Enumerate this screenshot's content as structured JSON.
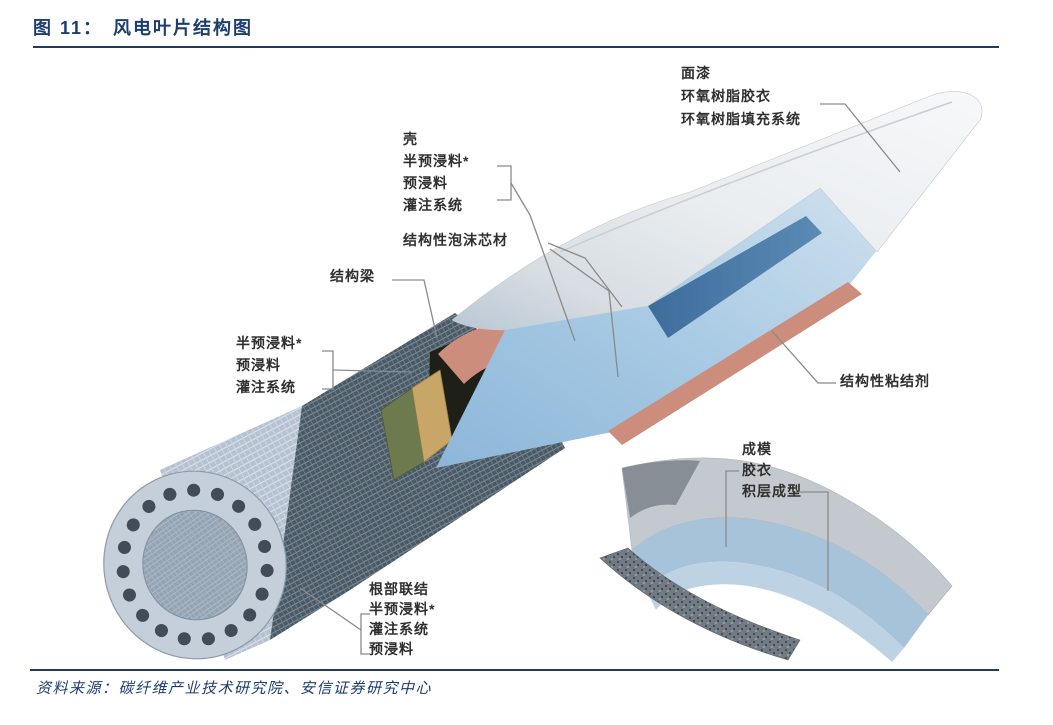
{
  "header": {
    "figure_label": "图 11：",
    "figure_title": "风电叶片结构图"
  },
  "footer": {
    "source": "资料来源：碳纤维产业技术研究院、安信证券研究中心"
  },
  "diagram": {
    "labels": {
      "topcoat": {
        "lines": [
          "面漆",
          "环氧树脂胶衣",
          "环氧树脂填充系统"
        ]
      },
      "shell": {
        "lines": [
          "壳",
          "半预浸料*",
          "预浸料",
          "灌注系统"
        ]
      },
      "foam_core": {
        "lines": [
          "结构性泡沫芯材"
        ]
      },
      "spar_beam": {
        "lines": [
          "结构梁"
        ]
      },
      "root_prepreg": {
        "lines": [
          "半预浸料*",
          "预浸料",
          "灌注系统"
        ]
      },
      "adhesive": {
        "lines": [
          "结构性粘结剂"
        ]
      },
      "molding": {
        "lines": [
          "成模",
          "胶衣",
          "积层成型"
        ]
      },
      "root_joint": {
        "lines": [
          "根部联结",
          "半预浸料*",
          "灌注系统",
          "预浸料"
        ]
      }
    },
    "root_bolt_hole_count": 19,
    "colors": {
      "accent_navy": "#1c3e6f",
      "label_text": "#2f2f2f",
      "leader_line": "#8a8a8a",
      "shell_white": "#eef1f3",
      "skin_light_blue": "#a5c8e2",
      "spar_cap_blue": "#4877a5",
      "adhesive_salmon": "#cd8d7c",
      "foam_yellow": "#e8d64f",
      "foam_tan": "#c4964b",
      "spar_dark": "#1e2018",
      "spar_olive": "#3a3d2b",
      "mesh_fabric": "#4b5965",
      "root_barrel": "#b6c2d1",
      "plate_green": "#6c7a4e",
      "plate_tan": "#c8a668",
      "mold_gray": "#c3c9ce",
      "mold_dark_gray": "#878e95",
      "mold_blue": "#a7c3da"
    }
  }
}
